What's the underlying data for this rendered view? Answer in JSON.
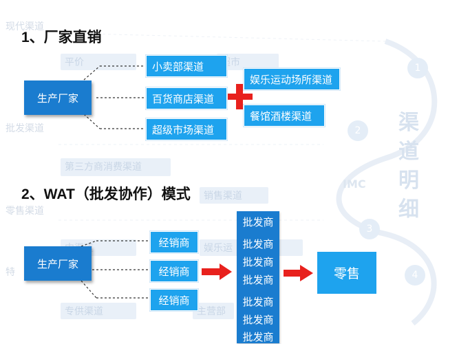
{
  "background": {
    "labels": [
      "现代渠道",
      "批发渠道",
      "零售渠道",
      "特"
    ],
    "boxes": [
      "平价",
      "超市",
      "第三方商消费渠道",
      "销售渠道",
      "中渠道",
      "娱乐运",
      "专供渠道",
      "主营部"
    ],
    "vertical_text": [
      "渠",
      "道",
      "明",
      "细"
    ],
    "circle_numbers": [
      "1",
      "2",
      "3",
      "4"
    ],
    "logo": "IMC"
  },
  "section1": {
    "title": "1、厂家直销",
    "producer": "生产厂家",
    "channels": [
      "小卖部渠道",
      "百货商店渠道",
      "超级市场渠道"
    ],
    "extra_channels": [
      "娱乐运动场所渠道",
      "餐馆酒楼渠道"
    ],
    "plus_color": "#e8211d"
  },
  "section2": {
    "title": "2、WAT（批发协作）模式",
    "producer": "生产厂家",
    "agents": [
      "经销商",
      "经销商",
      "经销商"
    ],
    "wholesalers": [
      "批发商",
      "批发商",
      "批发商",
      "批发商",
      "批发商",
      "批发商",
      "批发商"
    ],
    "retail": "零售",
    "arrow_color": "#e8211d"
  },
  "colors": {
    "dark_blue": "#1a7ccf",
    "light_blue": "#1ea3ee",
    "red": "#e8211d"
  }
}
